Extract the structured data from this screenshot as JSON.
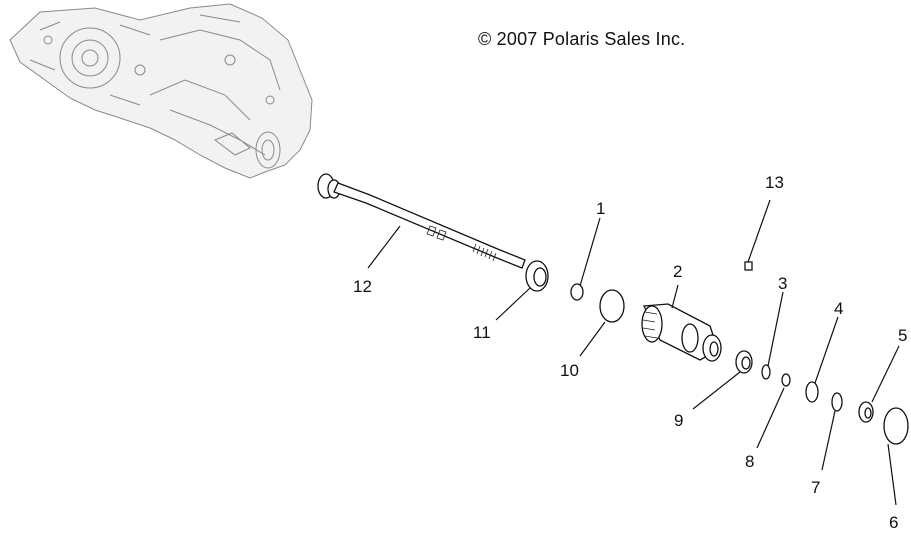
{
  "copyright": "© 2007 Polaris Sales Inc.",
  "callouts": {
    "c1": "1",
    "c2": "2",
    "c3": "3",
    "c4": "4",
    "c5": "5",
    "c6": "6",
    "c7": "7",
    "c8": "8",
    "c9": "9",
    "c10": "10",
    "c11": "11",
    "c12": "12",
    "c13": "13"
  },
  "colors": {
    "line": "#111111",
    "housing": "#8a8a8a",
    "background": "#ffffff"
  }
}
